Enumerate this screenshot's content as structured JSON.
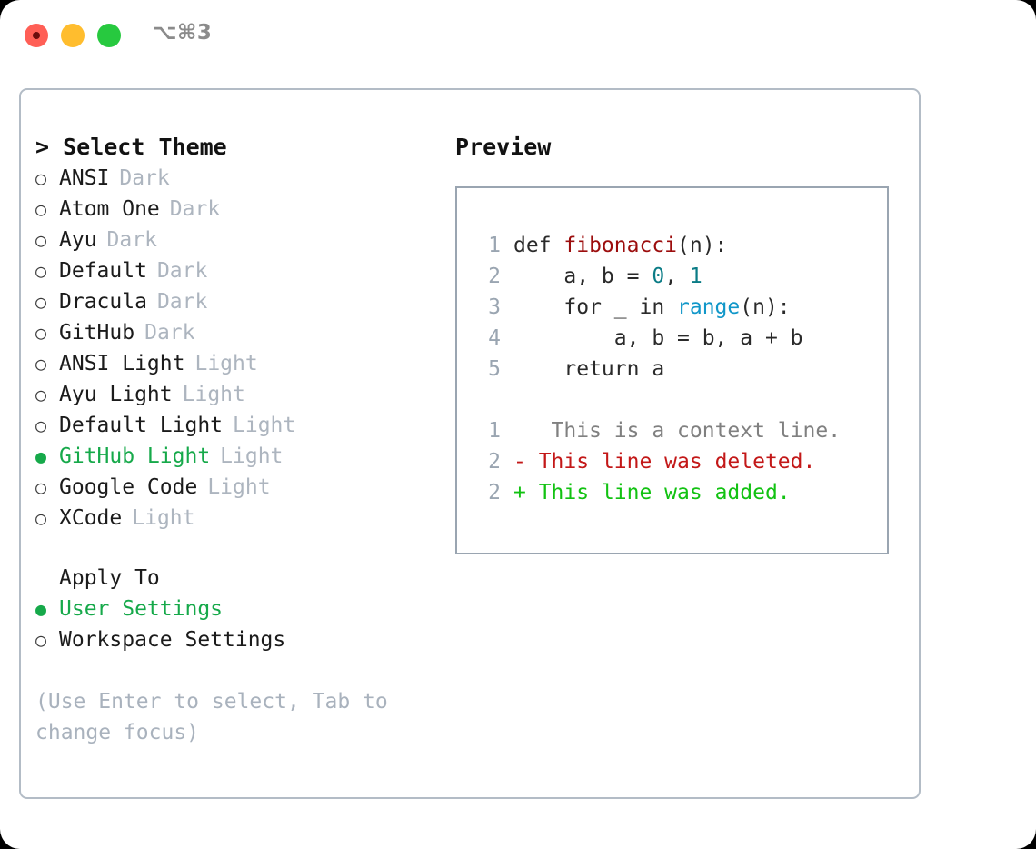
{
  "titlebar": {
    "shortcut": "⌥⌘3",
    "lights": [
      {
        "name": "close",
        "color": "#ff5f56"
      },
      {
        "name": "minimize",
        "color": "#ffbd2e"
      },
      {
        "name": "zoom",
        "color": "#27c93f"
      }
    ]
  },
  "theme_list": {
    "header": "> Select Theme",
    "items": [
      {
        "label": "ANSI",
        "variant": "Dark",
        "selected": false
      },
      {
        "label": "Atom One",
        "variant": "Dark",
        "selected": false
      },
      {
        "label": "Ayu",
        "variant": "Dark",
        "selected": false
      },
      {
        "label": "Default",
        "variant": "Dark",
        "selected": false
      },
      {
        "label": "Dracula",
        "variant": "Dark",
        "selected": false
      },
      {
        "label": "GitHub",
        "variant": "Dark",
        "selected": false
      },
      {
        "label": "ANSI Light",
        "variant": "Light",
        "selected": false
      },
      {
        "label": "Ayu Light",
        "variant": "Light",
        "selected": false
      },
      {
        "label": "Default Light",
        "variant": "Light",
        "selected": false
      },
      {
        "label": "GitHub Light",
        "variant": "Light",
        "selected": true
      },
      {
        "label": "Google Code",
        "variant": "Light",
        "selected": false
      },
      {
        "label": "XCode",
        "variant": "Light",
        "selected": false
      }
    ]
  },
  "apply_to": {
    "header": "Apply To",
    "items": [
      {
        "label": "User Settings",
        "selected": true
      },
      {
        "label": "Workspace Settings",
        "selected": false
      }
    ]
  },
  "hint": "(Use Enter to select, Tab to change focus)",
  "preview": {
    "title": "Preview",
    "code_lines": [
      {
        "no": "1",
        "tokens": [
          {
            "t": "def ",
            "k": "plain"
          },
          {
            "t": "fibonacci",
            "k": "fn"
          },
          {
            "t": "(n):",
            "k": "plain"
          }
        ]
      },
      {
        "no": "2",
        "tokens": [
          {
            "t": "    a, b = ",
            "k": "plain"
          },
          {
            "t": "0",
            "k": "num"
          },
          {
            "t": ", ",
            "k": "plain"
          },
          {
            "t": "1",
            "k": "num"
          }
        ]
      },
      {
        "no": "3",
        "tokens": [
          {
            "t": "    for _ in ",
            "k": "plain"
          },
          {
            "t": "range",
            "k": "call"
          },
          {
            "t": "(n):",
            "k": "plain"
          }
        ]
      },
      {
        "no": "4",
        "tokens": [
          {
            "t": "        a, b = b, a + b",
            "k": "plain"
          }
        ]
      },
      {
        "no": "5",
        "tokens": [
          {
            "t": "    return a",
            "k": "plain"
          }
        ]
      }
    ],
    "diff_lines": [
      {
        "no": "1",
        "marker": " ",
        "text": "  This is a context line.",
        "kind": "context"
      },
      {
        "no": "2",
        "marker": "-",
        "text": " This line was deleted.",
        "kind": "deleted"
      },
      {
        "no": "2",
        "marker": "+",
        "text": " This line was added.",
        "kind": "added"
      }
    ]
  },
  "colors": {
    "accent_green": "#16a94a",
    "muted": "#adb5bf",
    "border": "#9aa5b1",
    "diff_added": "#12c212",
    "diff_deleted": "#c31818",
    "syntax_function": "#9c0d0d",
    "syntax_number": "#0b7c86",
    "syntax_call": "#1197c9"
  }
}
